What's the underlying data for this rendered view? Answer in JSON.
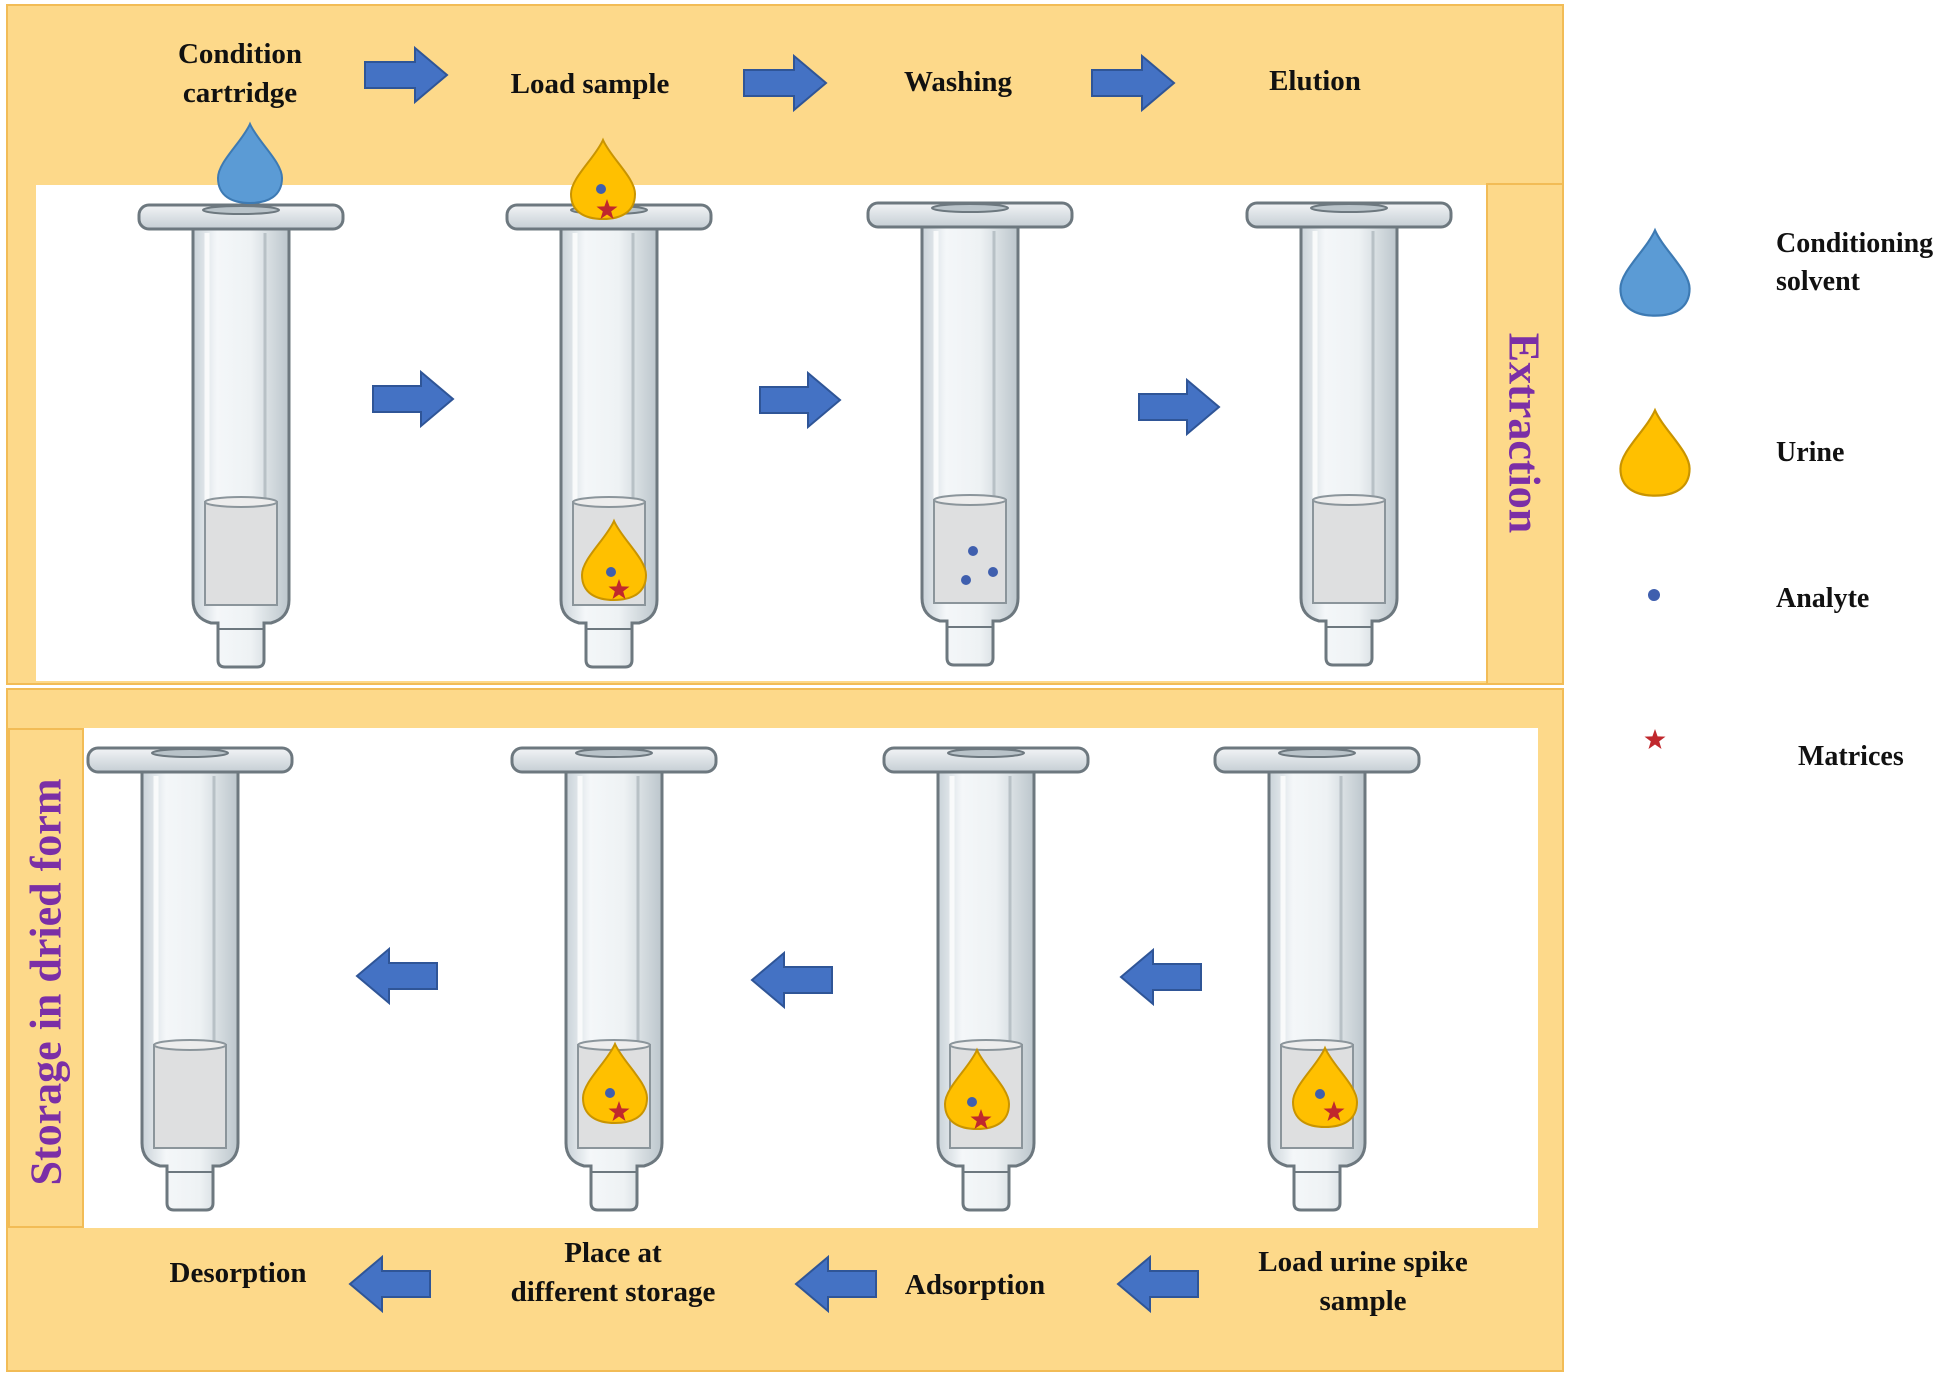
{
  "extraction_steps": [
    "Condition\ncartridge",
    "Load sample",
    "Washing",
    "Elution"
  ],
  "storage_steps": [
    "Desorption",
    "Place at\ndifferent storage",
    "Adsorption",
    "Load urine spike\nsample"
  ],
  "side_labels": {
    "extraction": "Extraction",
    "storage": "Storage in dried form"
  },
  "legend": {
    "conditioning_solvent": "Conditioning\nsolvent",
    "urine": "Urine",
    "analyte": "Analyte",
    "matrices": "Matrices"
  },
  "colors": {
    "panel_fill": "#fdd98a",
    "panel_border": "#f2bc56",
    "arrow": "#4472c4",
    "conditioning_drop": "#5b9bd5",
    "urine_drop": "#ffc000",
    "analyte": "#3f5fae",
    "matrix_star": "#c0282d",
    "side_label": "#7b2fa6"
  }
}
